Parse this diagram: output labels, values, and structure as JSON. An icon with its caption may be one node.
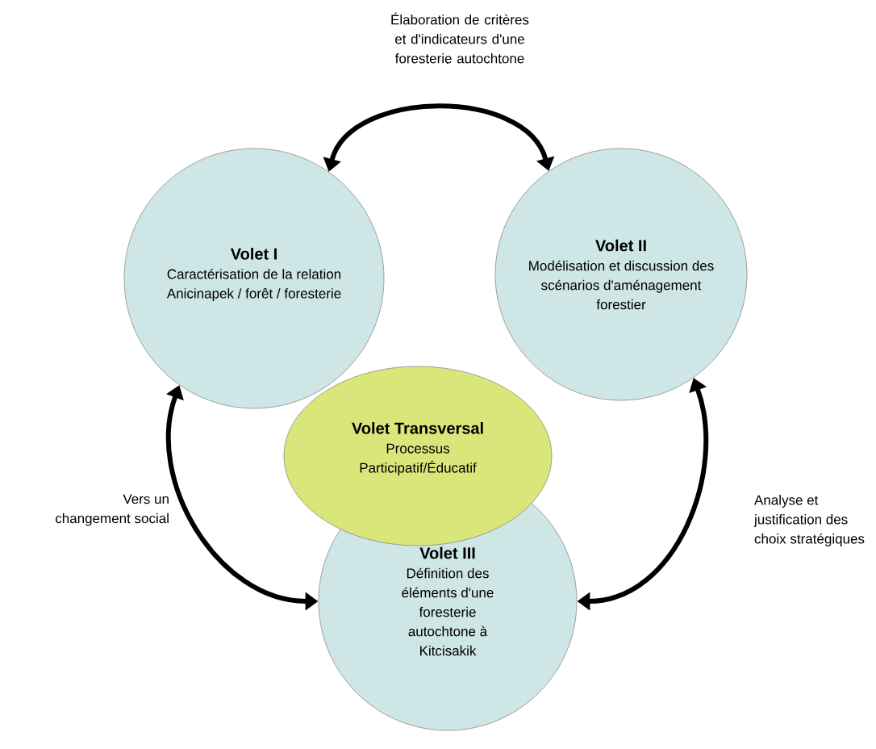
{
  "diagram": {
    "nodes": [
      {
        "text": [
          "Volet I",
          "Caractérisation de la relation Anicinapek / forêt / foresterie"
        ]
      },
      {
        "text": [
          "Volet II",
          "Modélisation et discussion des scénarios d'aménagement forestier"
        ]
      },
      {
        "text": [
          "Volet Transversal",
          "Processus Participatif/Éducatif"
        ]
      },
      {
        "text": [
          "Volet III",
          "Définition des éléments d'une foresterie autochtone à Kitcisakik"
        ]
      }
    ],
    "edges": [
      {
        "from": 0,
        "to": 1,
        "arrow": "both",
        "label": "Élaboration de critères et d'indicateurs d'une foresterie autochtone"
      },
      {
        "from": 0,
        "to": 3,
        "arrow": "both",
        "label": "Vers un changement social"
      },
      {
        "from": 1,
        "to": 3,
        "arrow": "both",
        "label": "Analyse et justification des choix stratégiques"
      }
    ]
  }
}
